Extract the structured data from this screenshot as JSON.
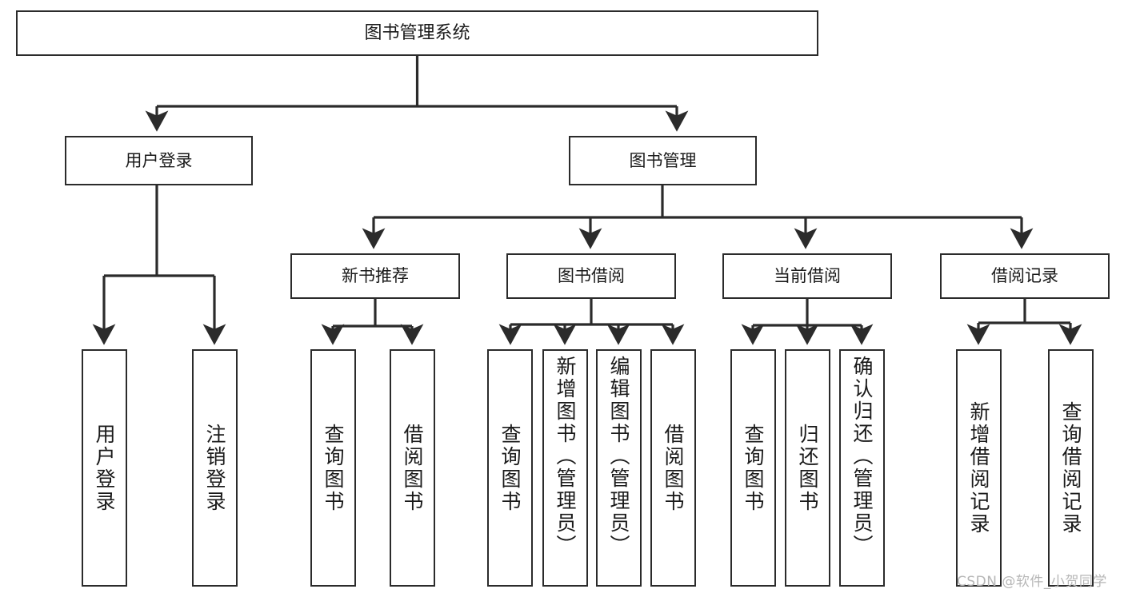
{
  "diagram": {
    "title": "图书管理系统",
    "type": "tree-hierarchy",
    "root": {
      "id": "root",
      "label": "图书管理系统"
    },
    "level2": [
      {
        "id": "user-login",
        "label": "用户登录"
      },
      {
        "id": "book-mgmt",
        "label": "图书管理"
      }
    ],
    "level3": [
      {
        "id": "new-book-rec",
        "label": "新书推荐",
        "parent": "book-mgmt"
      },
      {
        "id": "book-borrow",
        "label": "图书借阅",
        "parent": "book-mgmt"
      },
      {
        "id": "current-borrow",
        "label": "当前借阅",
        "parent": "book-mgmt"
      },
      {
        "id": "borrow-record",
        "label": "借阅记录",
        "parent": "book-mgmt"
      }
    ],
    "leaves": [
      {
        "id": "leaf-user-login",
        "label": "用户登录",
        "parent": "user-login"
      },
      {
        "id": "leaf-logout",
        "label": "注销登录",
        "parent": "user-login"
      },
      {
        "id": "leaf-query-book-1",
        "label": "查询图书",
        "parent": "new-book-rec"
      },
      {
        "id": "leaf-borrow-book-1",
        "label": "借阅图书",
        "parent": "new-book-rec"
      },
      {
        "id": "leaf-query-book-2",
        "label": "查询图书",
        "parent": "book-borrow"
      },
      {
        "id": "leaf-add-book",
        "label": "新增图书（管理员）",
        "parent": "book-borrow"
      },
      {
        "id": "leaf-edit-book",
        "label": "编辑图书（管理员）",
        "parent": "book-borrow"
      },
      {
        "id": "leaf-borrow-book-2",
        "label": "借阅图书",
        "parent": "book-borrow"
      },
      {
        "id": "leaf-query-book-3",
        "label": "查询图书",
        "parent": "current-borrow"
      },
      {
        "id": "leaf-return-book",
        "label": "归还图书",
        "parent": "current-borrow"
      },
      {
        "id": "leaf-confirm-return",
        "label": "确认归还（管理员）",
        "parent": "current-borrow"
      },
      {
        "id": "leaf-add-record",
        "label": "新增借阅记录",
        "parent": "borrow-record"
      },
      {
        "id": "leaf-query-record",
        "label": "查询借阅记录",
        "parent": "borrow-record"
      }
    ],
    "watermark": "CSDN @软件_小贺同学",
    "colors": {
      "stroke": "#2b2b2b",
      "fill": "#ffffff",
      "text": "#1a1a1a",
      "watermark": "#b6b6b6"
    }
  }
}
